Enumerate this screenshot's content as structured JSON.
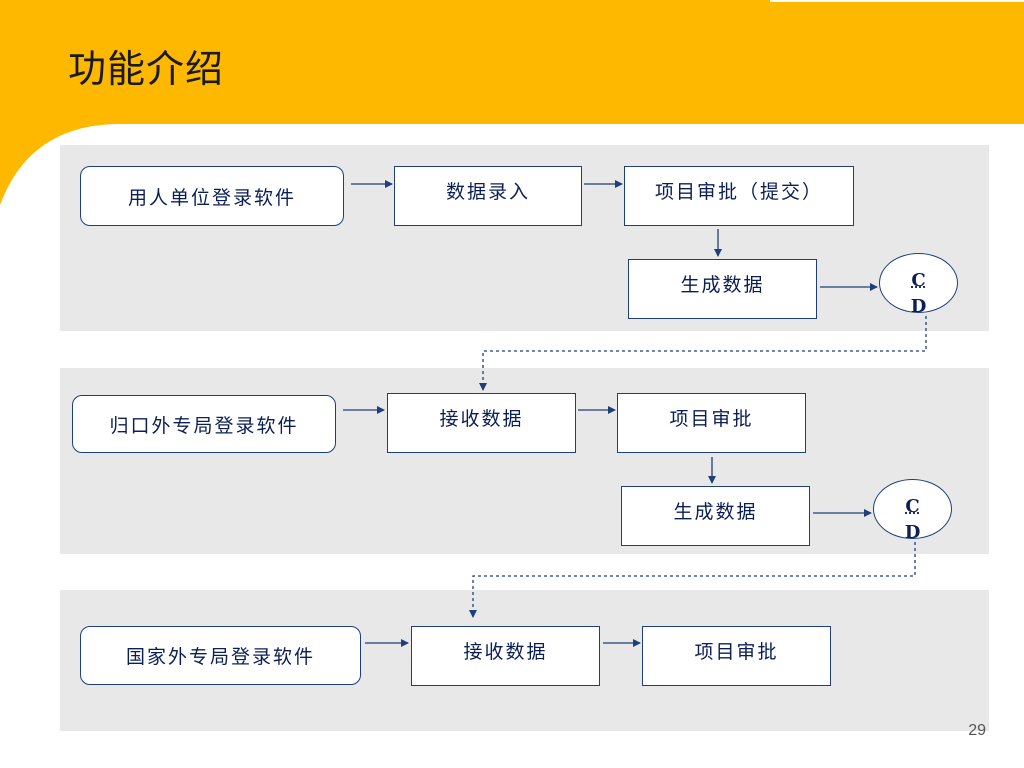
{
  "title": "功能介绍",
  "page_number": "29",
  "colors": {
    "accent": "#FFB800",
    "panel": "#E8E8E8",
    "border": "#1F3F7A",
    "text": "#0B1F55"
  },
  "row1": {
    "start": "用人单位登录软件",
    "step1": "数据录入",
    "step2": "项目审批（提交）",
    "generate": "生成数据",
    "cd_top": "C",
    "cd_bottom": "D"
  },
  "row2": {
    "start": "归口外专局登录软件",
    "step1": "接收数据",
    "step2": "项目审批",
    "generate": "生成数据",
    "cd_top": "C",
    "cd_bottom": "D"
  },
  "row3": {
    "start": "国家外专局登录软件",
    "step1": "接收数据",
    "step2": "项目审批"
  }
}
